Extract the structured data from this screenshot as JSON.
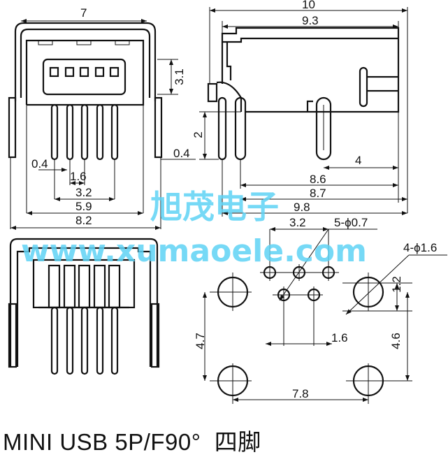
{
  "title": "MINI USB 5P/F90°  四脚",
  "watermark": {
    "cn": "旭茂电子",
    "url": "www.xumaoele.com"
  },
  "front_view": {
    "width": "7",
    "height": "3.1",
    "pin_width_left": "0.4",
    "pin_width_right": "0.4",
    "pitch": "1.6",
    "span_3": "3.2",
    "span_inner": "5.9",
    "span_outer": "8.2"
  },
  "side_view": {
    "total_length": "10",
    "length_2": "9.3",
    "pin_height": "2",
    "dim_4": "4",
    "dim_86": "8.6",
    "dim_87": "8.7",
    "dim_98": "9.8"
  },
  "footprint": {
    "pin_span": "3.2",
    "pin_holes": "5-ϕ0.7",
    "mount_holes": "4-ϕ1.6",
    "row_offset": "1.2",
    "half_pitch": "1.6",
    "left_vertical": "4.7",
    "right_vertical": "4.6",
    "mount_span": "7.8"
  }
}
